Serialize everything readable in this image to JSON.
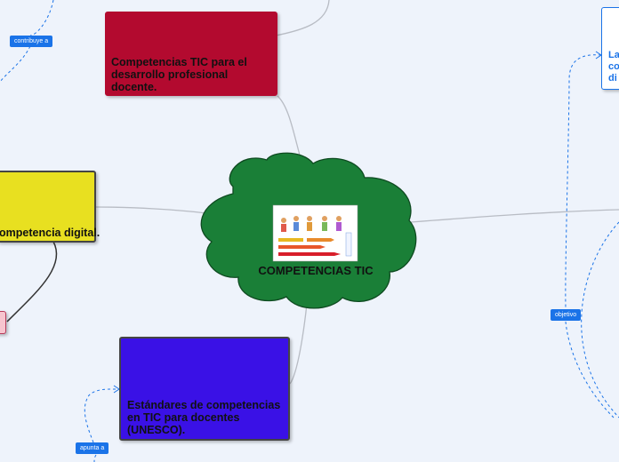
{
  "nodes": {
    "center": {
      "label": "COMPETENCIAS TIC",
      "image_title": "Competencias"
    },
    "top": {
      "label": "Competencias TIC para el desarrollo profesional docente."
    },
    "left": {
      "label": "Competencia digital."
    },
    "bottom": {
      "label": "Estándares de competencias en TIC para docentes (UNESCO).",
      "image_title": "ESTÁNDARES UNESCO DE COMPETENCIAS EN TIC PARA DOCENTES"
    },
    "right": {
      "label": "La\nco\ndi"
    }
  },
  "connectors": {
    "contribuye": "contribuye a",
    "objetivo": "objetivo",
    "apunta": "apunta a"
  },
  "colors": {
    "background": "#eef3fb",
    "cloud": "#1a7f37",
    "top_node": "#b30a2f",
    "left_node": "#e8e020",
    "bottom_node": "#3a11e6",
    "right_node": "#ffffff",
    "pink_node": "#f7c5cf",
    "tag": "#1a73e8"
  }
}
